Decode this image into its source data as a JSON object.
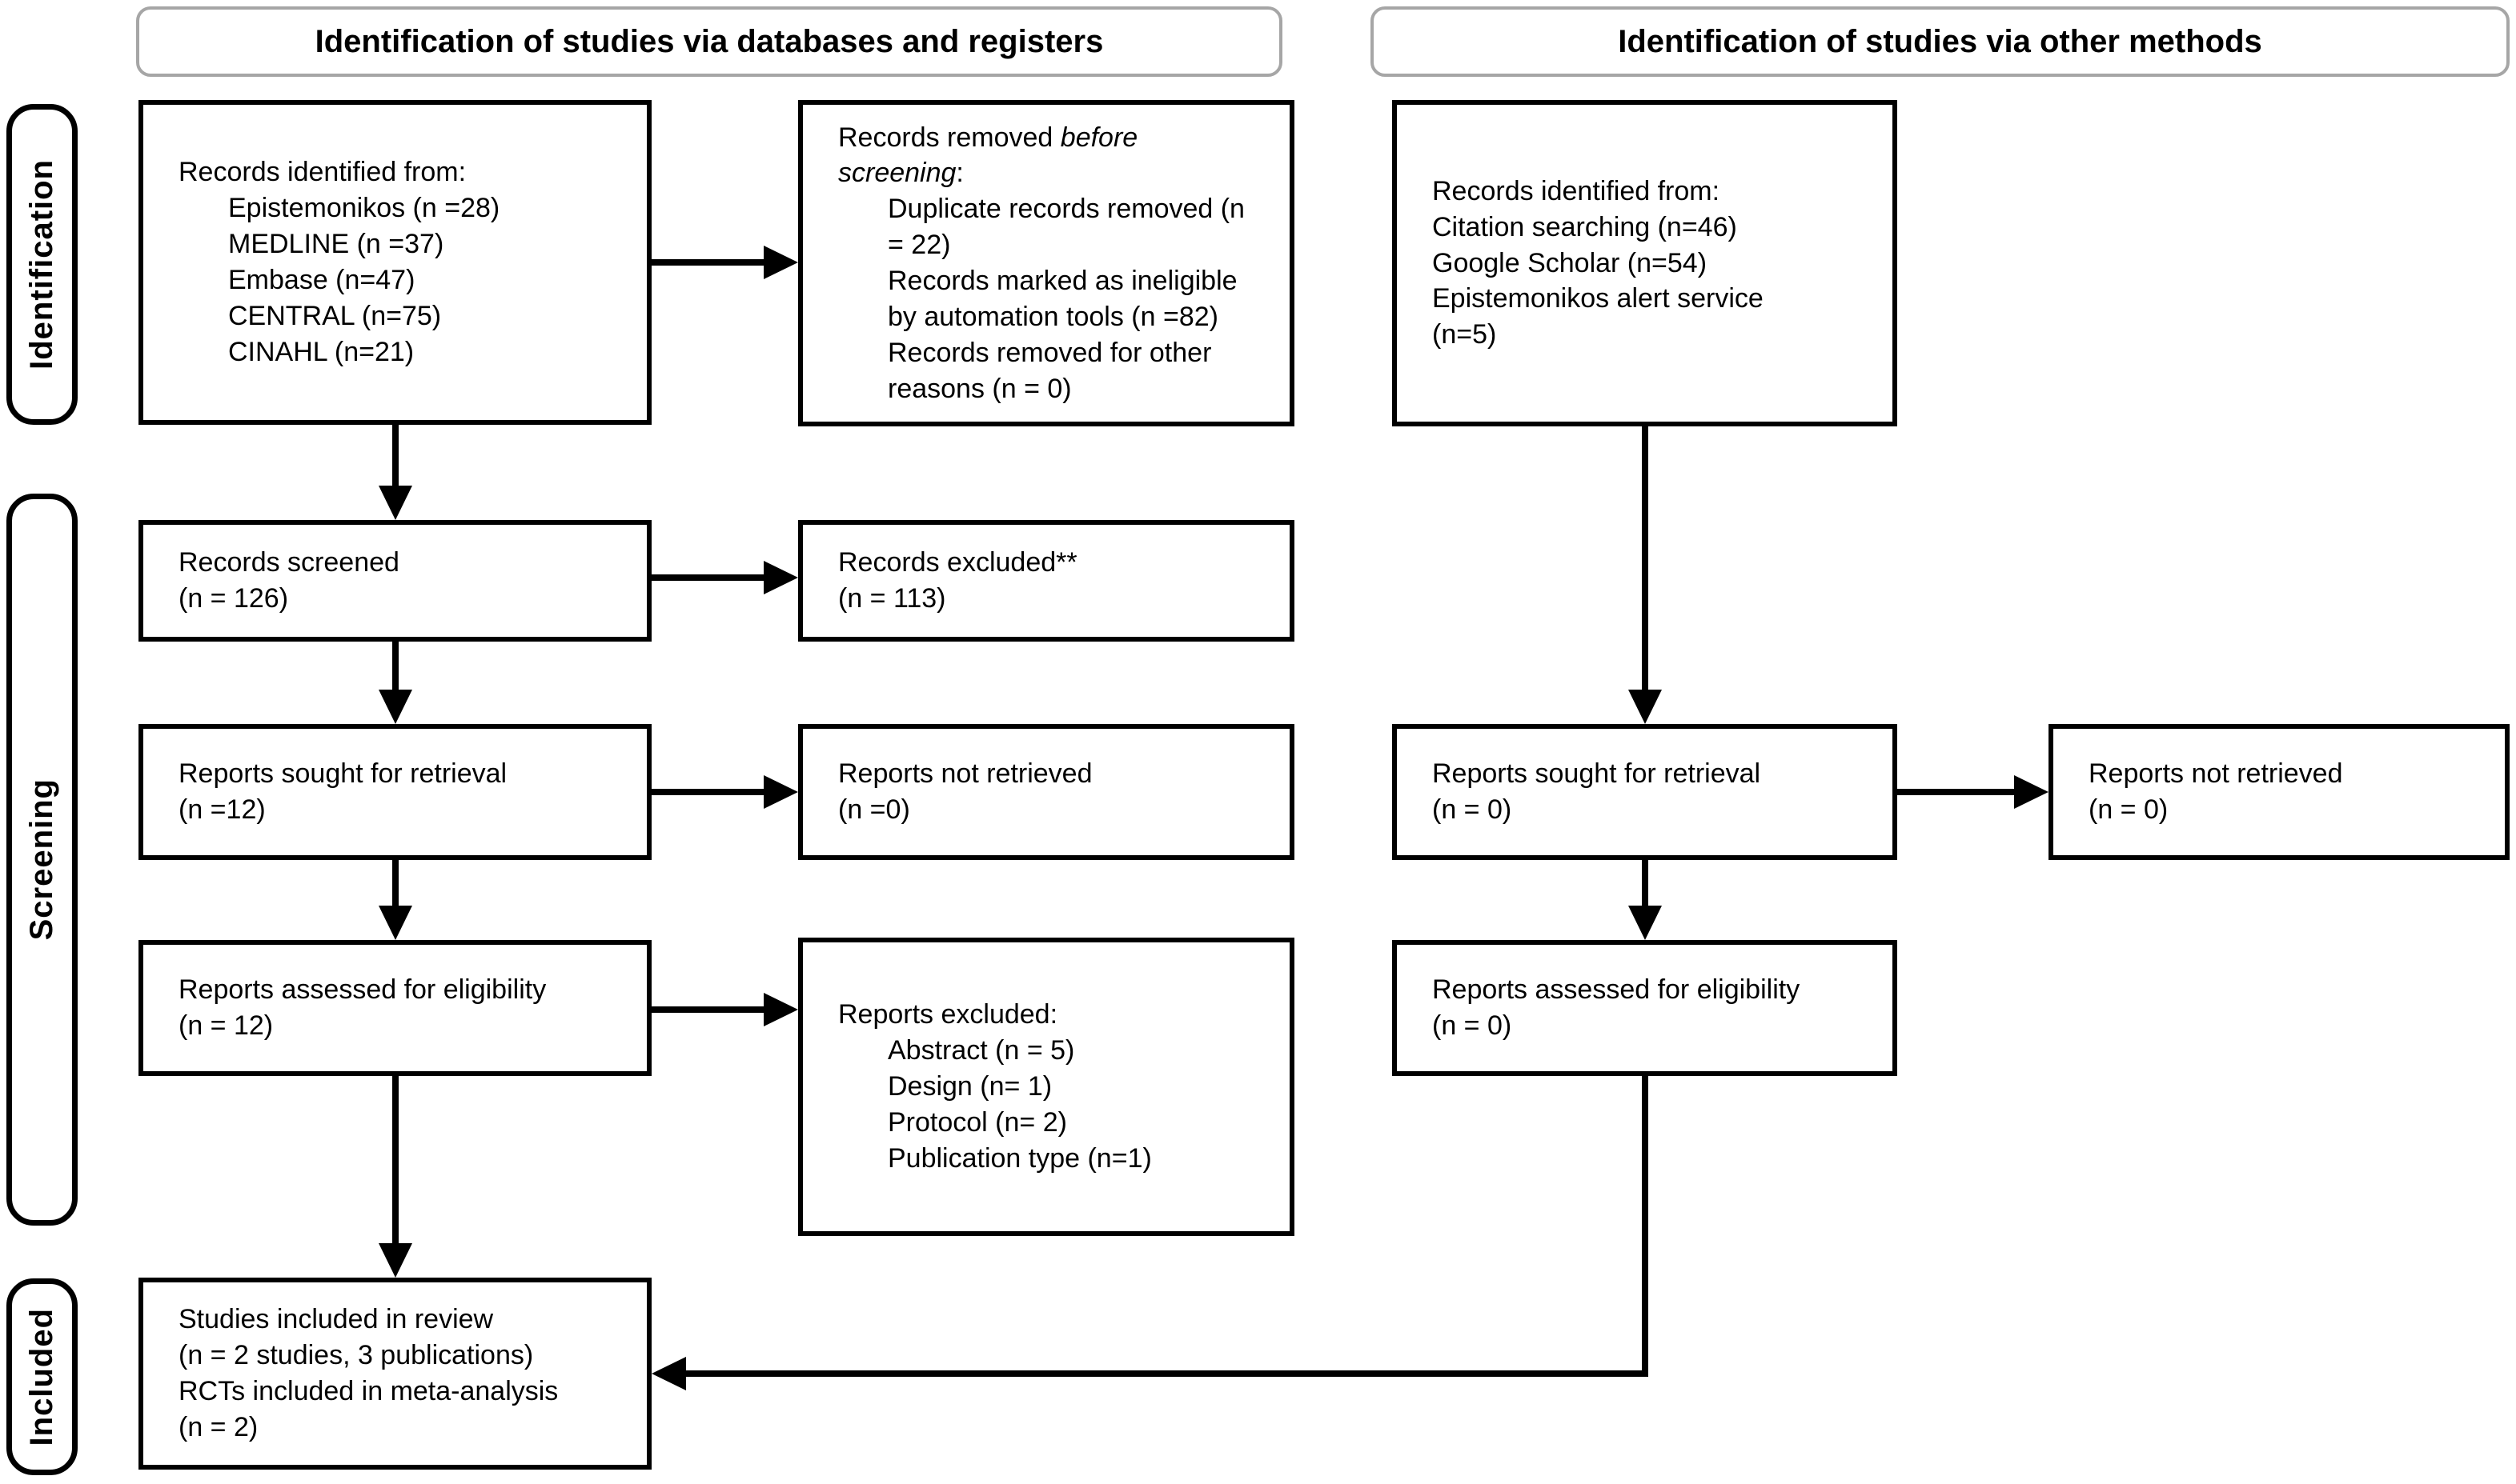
{
  "headers": {
    "left": "Identification of studies via databases and registers",
    "right": "Identification of studies via other methods"
  },
  "sidebar": {
    "identification": "Identification",
    "screening": "Screening",
    "included": "Included"
  },
  "boxes": {
    "db_identified": {
      "title": "Records identified from:",
      "items": [
        "Epistemonikos (n =28)",
        "MEDLINE (n =37)",
        "Embase (n=47)",
        "CENTRAL (n=75)",
        "CINAHL (n=21)"
      ]
    },
    "records_removed": {
      "title_prefix": "Records removed ",
      "title_italic": "before screening",
      "title_suffix": ":",
      "items": [
        "Duplicate records removed (n = 22)",
        "Records marked as ineligible by automation tools (n =82)",
        "Records removed for other reasons (n = 0)"
      ]
    },
    "records_screened": {
      "lines": [
        "Records screened",
        "(n = 126)"
      ]
    },
    "records_excluded": {
      "lines": [
        "Records excluded**",
        "(n = 113)"
      ]
    },
    "reports_sought_db": {
      "lines": [
        "Reports sought for retrieval",
        "(n =12)"
      ]
    },
    "reports_not_retrieved_db": {
      "lines": [
        "Reports not retrieved",
        "(n =0)"
      ]
    },
    "reports_assessed_db": {
      "lines": [
        "Reports assessed for eligibility",
        "(n = 12)"
      ]
    },
    "reports_excluded": {
      "title": "Reports excluded:",
      "items": [
        "Abstract (n = 5)",
        "Design (n= 1)",
        "Protocol (n= 2)",
        "Publication type (n=1)"
      ]
    },
    "other_identified": {
      "lines": [
        "Records identified from:",
        "Citation searching (n=46)",
        "Google Scholar (n=54)",
        "Epistemonikos alert service",
        "(n=5)"
      ]
    },
    "reports_sought_other": {
      "lines": [
        "Reports sought for retrieval",
        "(n = 0)"
      ]
    },
    "reports_not_retrieved_other": {
      "lines": [
        "Reports not retrieved",
        "(n = 0)"
      ]
    },
    "reports_assessed_other": {
      "lines": [
        "Reports assessed for eligibility",
        "(n = 0)"
      ]
    },
    "included_studies": {
      "lines": [
        "Studies included in review",
        "(n = 2 studies, 3 publications)",
        "RCTs included in meta-analysis",
        "(n = 2)"
      ]
    }
  },
  "colors": {
    "box_border": "#000000",
    "header_border": "#a6a6a6",
    "arrow": "#000000"
  }
}
